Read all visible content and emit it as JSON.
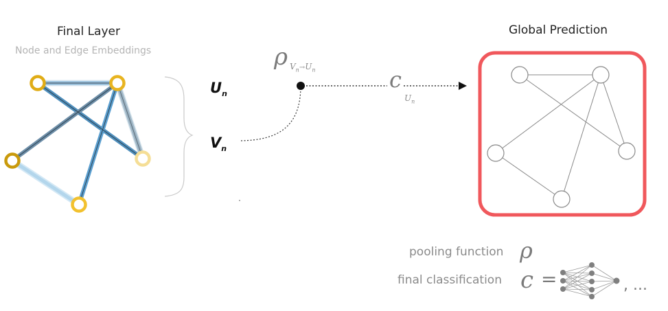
{
  "final_layer": {
    "title": "Final Layer",
    "subtitle": "Node and Edge Embeddings"
  },
  "global_prediction": {
    "title": "Global Prediction"
  },
  "symbols": {
    "u": "U",
    "u_sub": "n",
    "v": "V",
    "v_sub": "n",
    "rho": "ρ",
    "rho_sub": "V",
    "rho_sub_n1": "n",
    "rho_arrow": "→",
    "rho_sub_u": "U",
    "rho_sub_n2": "n",
    "c": "c",
    "c_sub": "U",
    "c_sub_n": "n"
  },
  "legend": {
    "pooling_label": "pooling function",
    "pooling_symbol": "ρ",
    "classification_label": "final classification",
    "classification_symbol": "c",
    "equals": "=",
    "ellipsis": ", ..."
  },
  "colors": {
    "node_outline_dark": "#d3a20c",
    "node_outline": "#f2c12e",
    "node_outline_light": "#f5de96",
    "edge_blue": "#5b9fd0",
    "edge_light": "#cfe3f2",
    "prediction_border": "#f0585c",
    "graph_gray": "#888888"
  }
}
